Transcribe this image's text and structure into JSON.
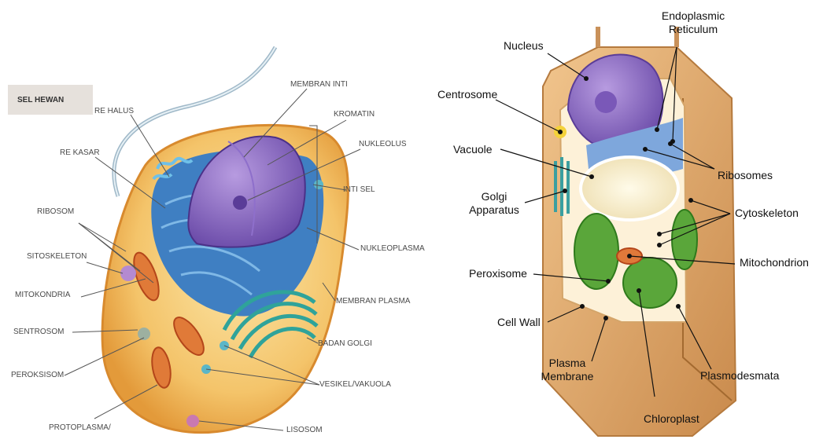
{
  "animal_cell": {
    "header": "SEL HEWAN",
    "labels": {
      "re_halus": "RE HALUS",
      "membran_inti": "MEMBRAN INTI",
      "kromatin": "KROMATIN",
      "nukleolus": "NUKLEOLUS",
      "re_kasar": "RE KASAR",
      "inti_sel": "INTI SEL",
      "ribosom": "RIBOSOM",
      "nukleoplasma": "NUKLEOPLASMA",
      "sitoskeleton": "SITOSKELETON",
      "mitokondria": "MITOKONDRIA",
      "membran_plasma": "MEMBRAN PLASMA",
      "sentrosom": "SENTROSOM",
      "badan_golgi": "BADAN GOLGI",
      "peroksisom": "PEROKSISOM",
      "vesikel_vakuola": "VESIKEL/VAKUOLA",
      "protoplasma": "PROTOPLASMA/",
      "lisosom": "LISOSOM"
    }
  },
  "plant_cell": {
    "labels": {
      "nucleus": "Nucleus",
      "endoplasmic_1": "Endoplasmic",
      "endoplasmic_2": "Reticulum",
      "centrosome": "Centrosome",
      "vacuole": "Vacuole",
      "ribosomes": "Ribosomes",
      "golgi_1": "Golgi",
      "golgi_2": "Apparatus",
      "cytoskeleton": "Cytoskeleton",
      "mitochondrion": "Mitochondrion",
      "peroxisome": "Peroxisome",
      "cell_wall": "Cell Wall",
      "plasma_1": "Plasma",
      "plasma_2": "Membrane",
      "plasmodesmata": "Plasmodesmata",
      "chloroplast": "Chloroplast"
    }
  }
}
